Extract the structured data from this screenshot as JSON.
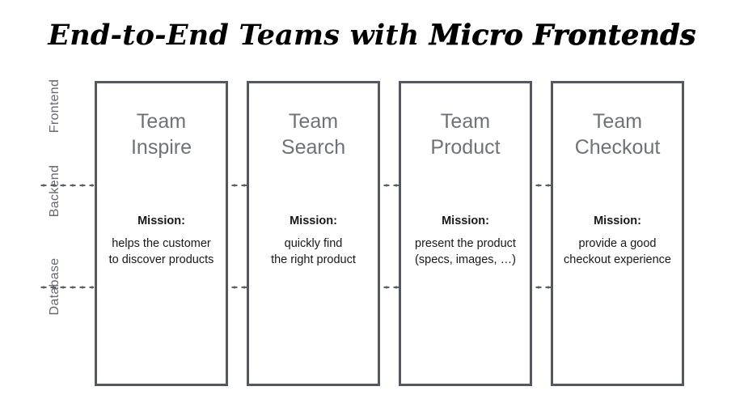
{
  "title": {
    "plain": "End-to-End Teams with ",
    "strong": "Micro Frontends"
  },
  "layers": [
    {
      "label": "Frontend"
    },
    {
      "label": "Backend"
    },
    {
      "label": "Database"
    }
  ],
  "teams": [
    {
      "name_line1": "Team",
      "name_line2": "Inspire",
      "mission_label": "Mission:",
      "mission_line1": "helps the customer",
      "mission_line2": "to discover products"
    },
    {
      "name_line1": "Team",
      "name_line2": "Search",
      "mission_label": "Mission:",
      "mission_line1": "quickly find",
      "mission_line2": "the right product"
    },
    {
      "name_line1": "Team",
      "name_line2": "Product",
      "mission_label": "Mission:",
      "mission_line1": "present the product",
      "mission_line2": "(specs, images, …)"
    },
    {
      "name_line1": "Team",
      "name_line2": "Checkout",
      "mission_label": "Mission:",
      "mission_line1": "provide a good",
      "mission_line2": "checkout experience"
    }
  ],
  "colors": {
    "box_border": "#545961",
    "team_name": "#6e7278",
    "layer_label": "#65696f",
    "mission_text": "#17181a",
    "dots": "#5a5f68",
    "background": "#ffffff",
    "title": "#000000"
  }
}
